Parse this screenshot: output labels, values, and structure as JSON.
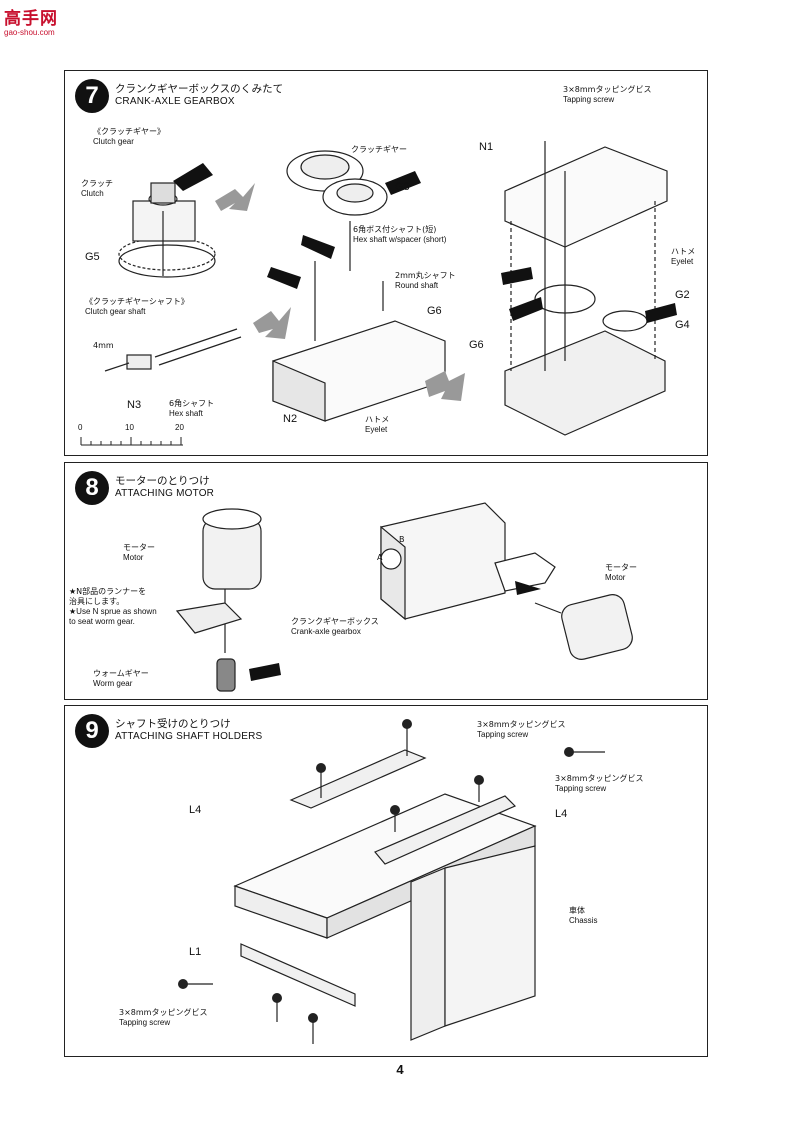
{
  "header": {
    "logo_mark": "高手网",
    "logo_url": "gao-shou.com"
  },
  "step7": {
    "number": "7",
    "title_jp": "クランクギヤーボックスのくみたて",
    "title_en": "CRANK-AXLE GEARBOX",
    "clutch_gear_jp": "《クラッチギヤー》",
    "clutch_gear_en": "Clutch gear",
    "clutch_jp": "クラッチ",
    "clutch_en": "Clutch",
    "clutch_gear_shaft_jp": "《クラッチギヤーシャフト》",
    "clutch_gear_shaft_en": "Clutch gear shaft",
    "dim_4mm": "4mm",
    "hex_shaft_jp": "6角シャフト",
    "hex_shaft_en": "Hex shaft",
    "clutch_gear2_jp": "クラッチギヤー",
    "hex_shaft_spacer_jp": "6角ボス付シャフト(短)",
    "hex_shaft_spacer_en": "Hex shaft w/spacer (short)",
    "round_shaft_jp": "2mm丸シャフト",
    "round_shaft_en": "Round shaft",
    "eyelet_jp": "ハトメ",
    "eyelet_en": "Eyelet",
    "screw_jp": "3×8mmタッピングビス",
    "screw_en": "Tapping screw",
    "parts": {
      "g3": "G3",
      "g5": "G5",
      "g6": "G6",
      "n3": "N3",
      "n2": "N2",
      "n1": "N1",
      "g2": "G2",
      "g4": "G4",
      "g6b": "G6"
    },
    "ruler": [
      "0",
      "10",
      "20"
    ]
  },
  "step8": {
    "number": "8",
    "title_jp": "モーターのとりつけ",
    "title_en": "ATTACHING MOTOR",
    "motor_jp": "モーター",
    "motor_en": "Motor",
    "note_jp_1": "★N部品のランナーを",
    "note_jp_2": "治具にします。",
    "note_en_1": "★Use N sprue as shown",
    "note_en_2": "to seat worm gear.",
    "worm_jp": "ウォームギヤー",
    "worm_en": "Worm gear",
    "gearbox_jp": "クランクギヤーボックス",
    "gearbox_en": "Crank-axle gearbox",
    "label_a": "A",
    "label_b": "B"
  },
  "step9": {
    "number": "9",
    "title_jp": "シャフト受けのとりつけ",
    "title_en": "ATTACHING SHAFT HOLDERS",
    "screw_jp": "3×8mmタッピングビス",
    "screw_en": "Tapping screw",
    "chassis_jp": "車体",
    "chassis_en": "Chassis",
    "parts": {
      "l4a": "L4",
      "l4b": "L4",
      "l1": "L1"
    }
  },
  "footer": {
    "page_number": "4"
  }
}
